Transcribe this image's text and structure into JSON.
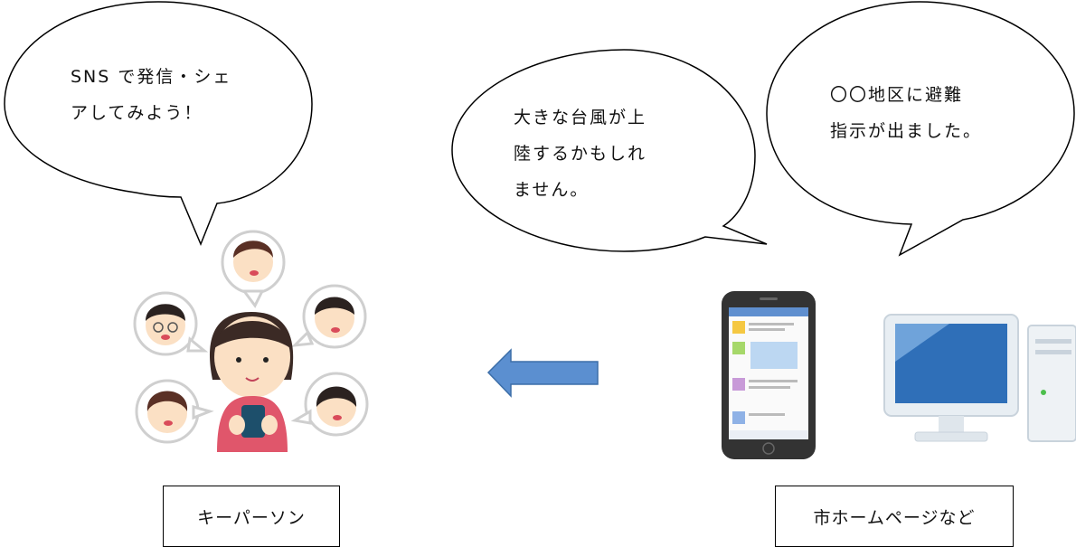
{
  "bubbles": {
    "left": "SNS で発信・シェ\nアしてみよう！",
    "middle": "大きな台風が上\n陸するかもしれ\nません。",
    "right": "〇〇地区に避難\n指示が出ました。"
  },
  "labels": {
    "keyperson": "キーパーソン",
    "homepage": "市ホームページなど"
  },
  "colors": {
    "arrow": "#5b8fd0",
    "arrow_edge": "#3c6ea8",
    "monitor_screen": "#2f6fb8",
    "phone_body": "#333333",
    "shirt": "#e0566b",
    "hair": "#3b2a25",
    "skin": "#fbe0c4"
  },
  "icons": [
    "speech-bubble",
    "person-with-phone-icon",
    "smartphone-icon",
    "desktop-computer-icon",
    "arrow-left-icon"
  ]
}
